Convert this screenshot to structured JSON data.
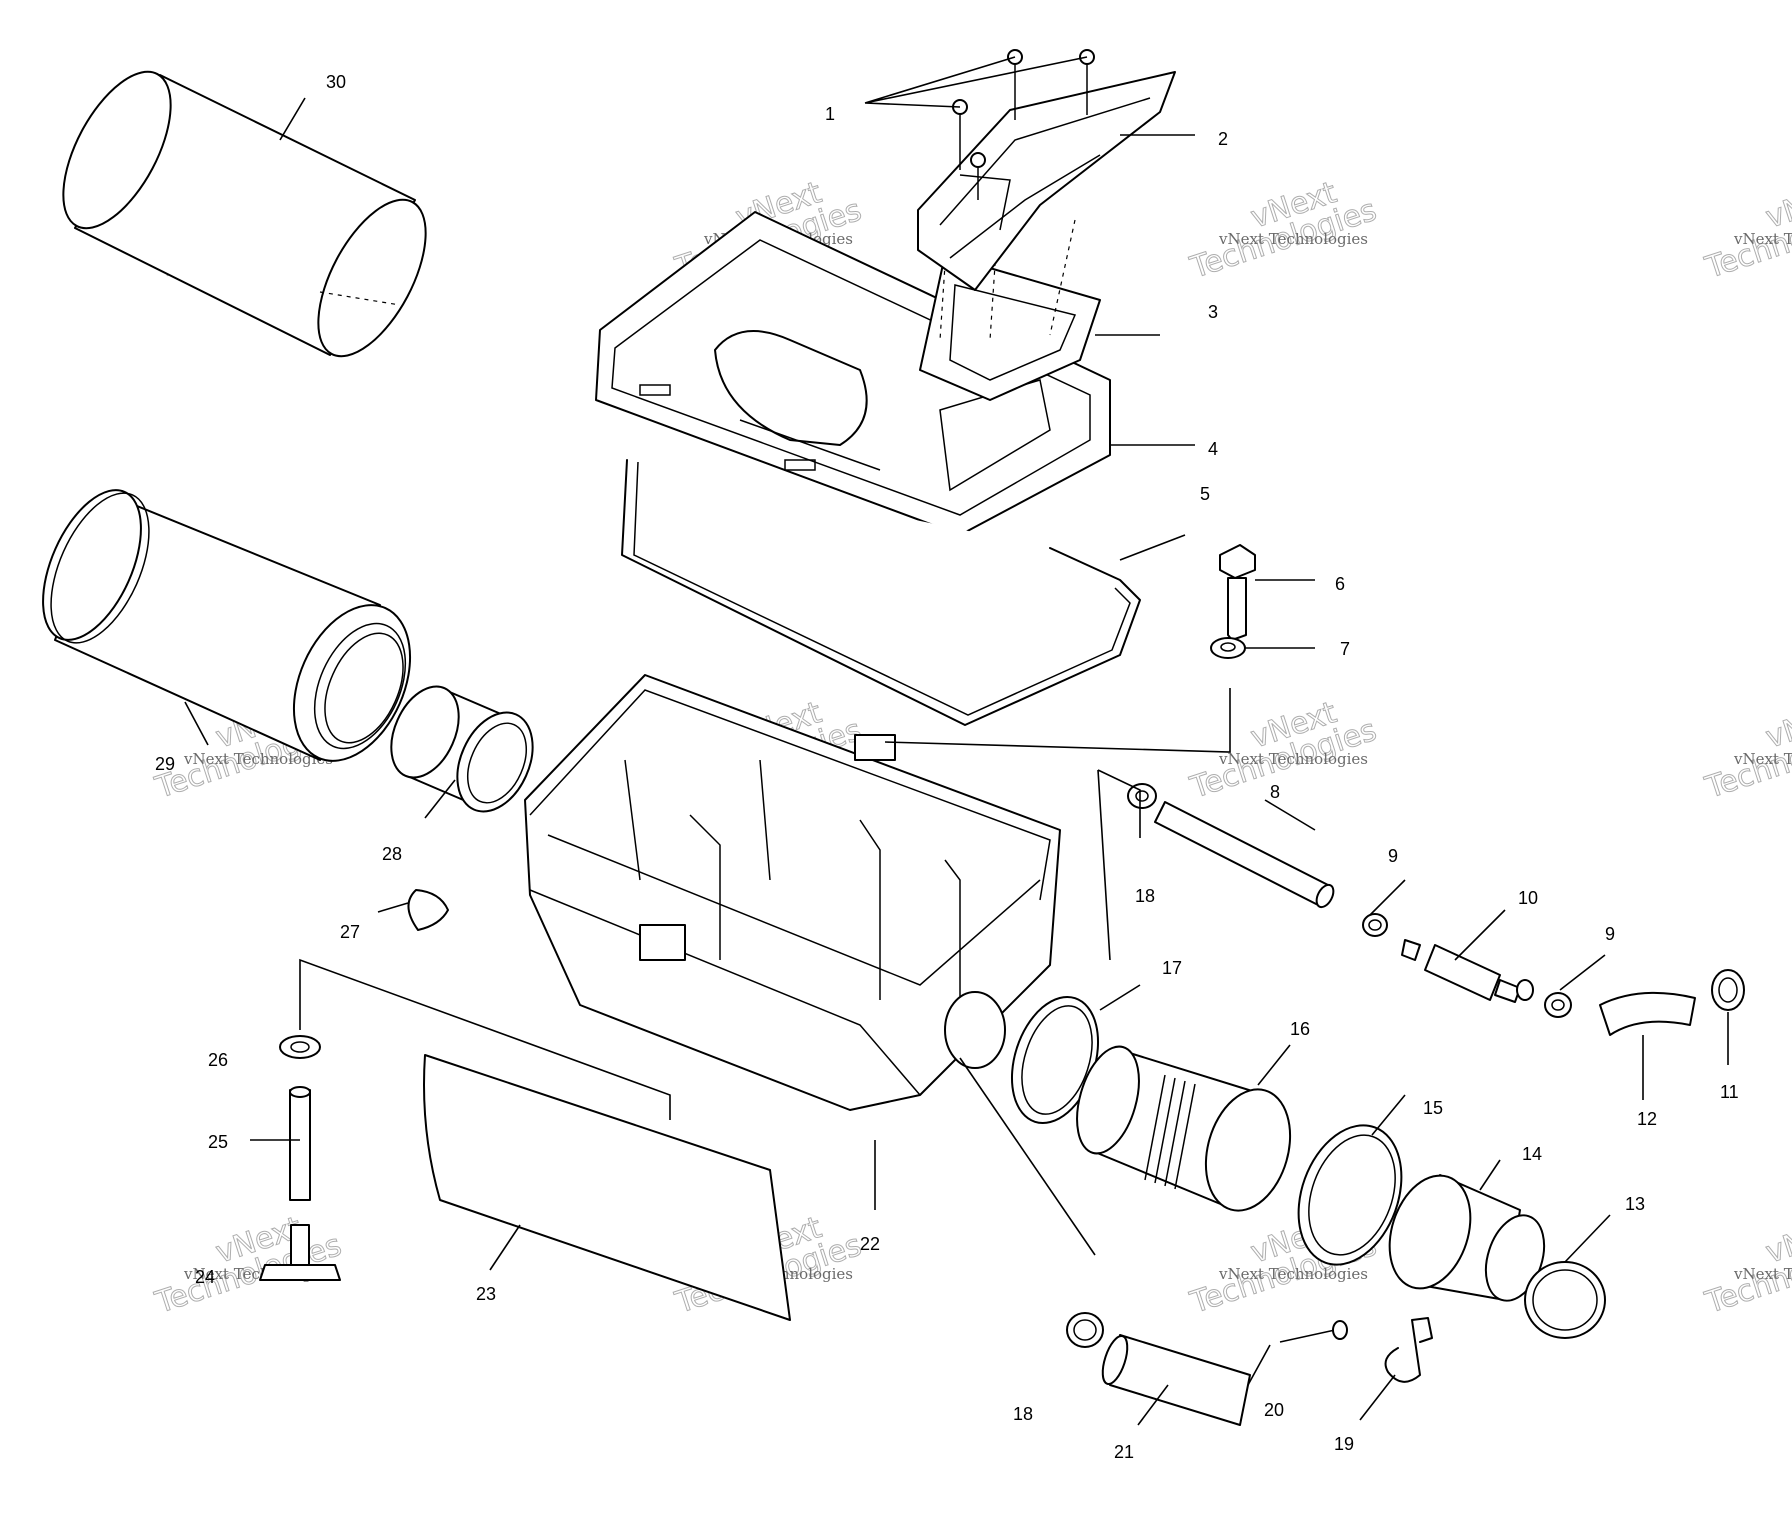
{
  "watermark": {
    "line1": "vNext Technologies",
    "line2": "vNext",
    "line3": "Technologies"
  },
  "callouts": [
    "1",
    "2",
    "3",
    "4",
    "5",
    "6",
    "7",
    "8",
    "9",
    "10",
    "9",
    "11",
    "12",
    "13",
    "14",
    "15",
    "16",
    "17",
    "18",
    "18",
    "19",
    "20",
    "21",
    "22",
    "23",
    "24",
    "25",
    "26",
    "27",
    "28",
    "29",
    "30"
  ]
}
